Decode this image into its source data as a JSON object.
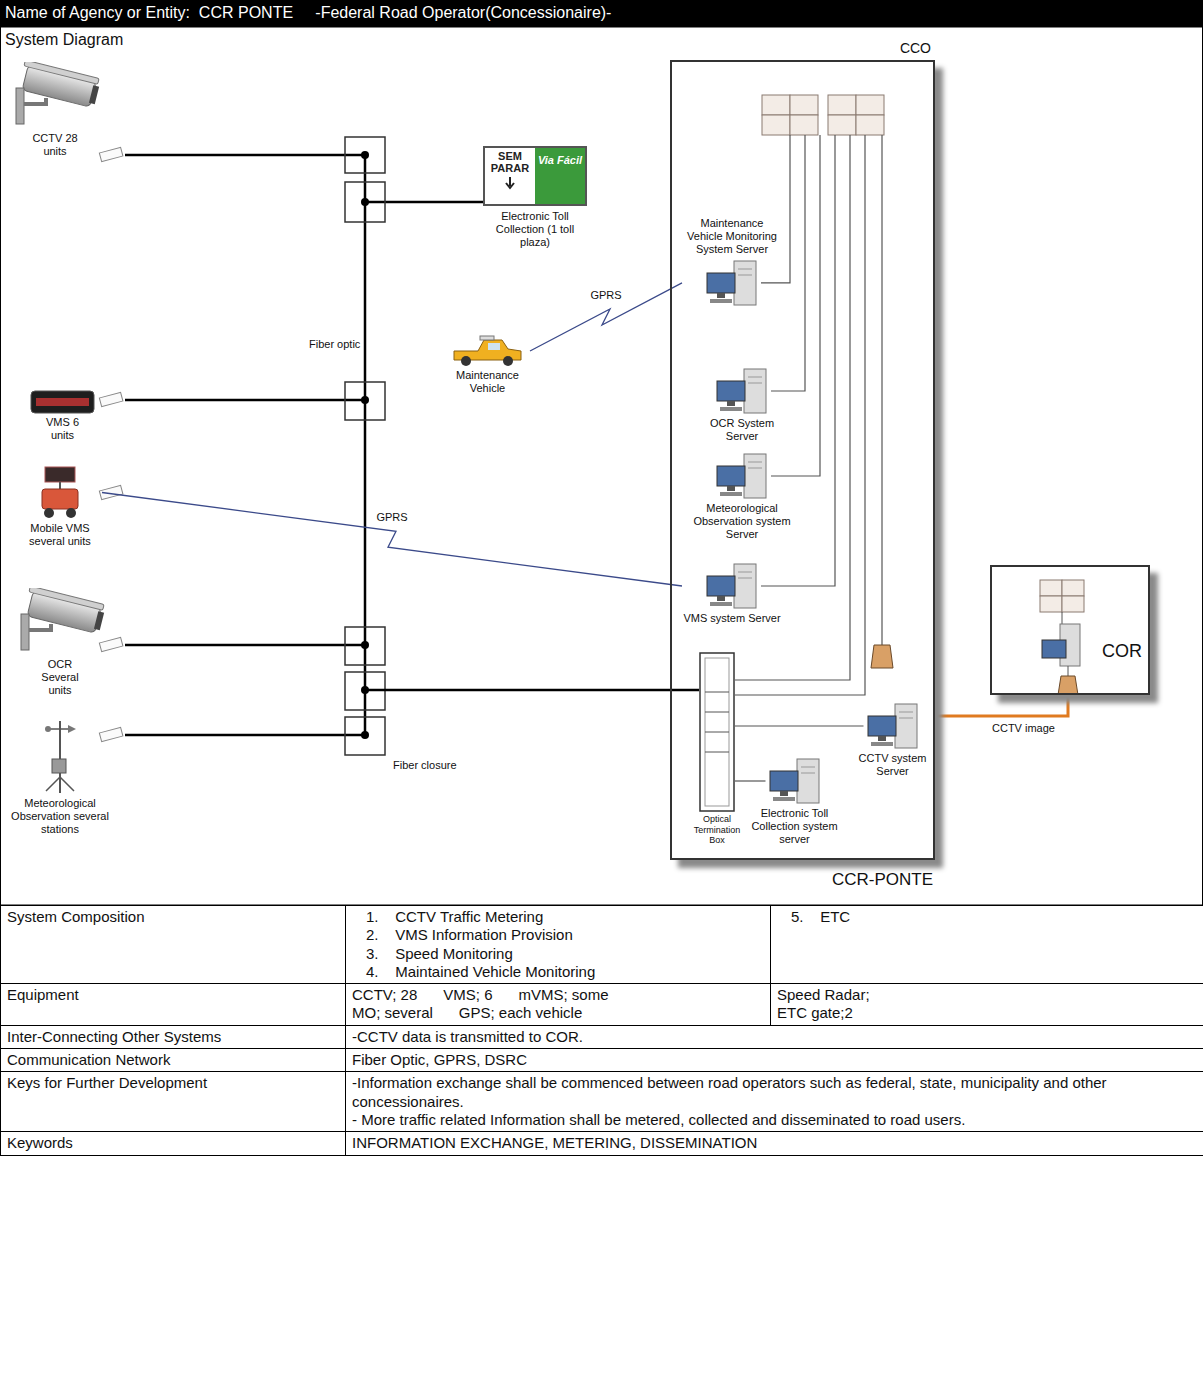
{
  "diagram": {
    "title": "Name of Agency or Entity:  CCR PONTE     -Federal Road Operator(Concessionaire)-",
    "nodes": [
      {
        "text": [
          "CCTV 28 units"
        ]
      },
      {
        "text": [
          "SEM PARAR",
          "Via Fácil",
          "Electronic Toll Collection (1 toll plaza)"
        ]
      },
      {
        "text": [
          "Maintenance Vehicle"
        ]
      },
      {
        "text": [
          "VMS 6 units"
        ]
      },
      {
        "text": [
          "Mobile VMS several units"
        ]
      },
      {
        "text": [
          "OCR Several units"
        ]
      },
      {
        "text": [
          "Meteorological Observation several stations"
        ]
      },
      {
        "text": [
          "CCO",
          "CCR-PONTE"
        ]
      },
      {
        "text": [
          "Maintenance Vehicle Monitoring System Server"
        ],
        "in": 7
      },
      {
        "text": [
          "OCR System Server"
        ],
        "in": 7
      },
      {
        "text": [
          "Meteorological Observation system Server"
        ],
        "in": 7
      },
      {
        "text": [
          "VMS system Server"
        ],
        "in": 7
      },
      {
        "text": [
          "Optical Termination Box"
        ],
        "in": 7
      },
      {
        "text": [
          "Electronic Toll Collection system server"
        ],
        "in": 7
      },
      {
        "text": [
          "CCTV system Server"
        ],
        "in": 7
      },
      {
        "text": [
          "COR"
        ]
      }
    ],
    "edges": [
      {
        "from": 2,
        "to": 8,
        "arrow": "none",
        "label": "GPRS"
      },
      {
        "from": 4,
        "to": 11,
        "arrow": "none",
        "label": "GPRS"
      },
      {
        "from": 14,
        "to": 15,
        "arrow": "none",
        "label": "CCTV image"
      }
    ],
    "labels": [
      "System Diagram",
      "Fiber optic",
      "Fiber closure",
      "System  Composition",
      "1.    CCTV Traffic Metering",
      "2.    VMS Information Provision",
      "3.    Speed Monitoring",
      "4.    Maintained Vehicle Monitoring",
      "5.    ETC",
      "Equipment",
      "CCTV; 28",
      "VMS; 6",
      "mVMS; some",
      "MO; several",
      "GPS; each vehicle",
      "Speed Radar;",
      "ETC gate;2",
      "Inter-Connecting Other Systems",
      "-CCTV data is transmitted to COR.",
      "Communication Network",
      "Fiber Optic, GPRS, DSRC",
      "Keys for Further Development",
      "-Information exchange shall be commenced between road operators such as federal, state, municipality and other concessionaires.",
      "- More traffic related Information shall be metered, collected and disseminated to road users.",
      "Keywords",
      "INFORMATION EXCHANGE, METERING, DISSEMINATION"
    ]
  }
}
